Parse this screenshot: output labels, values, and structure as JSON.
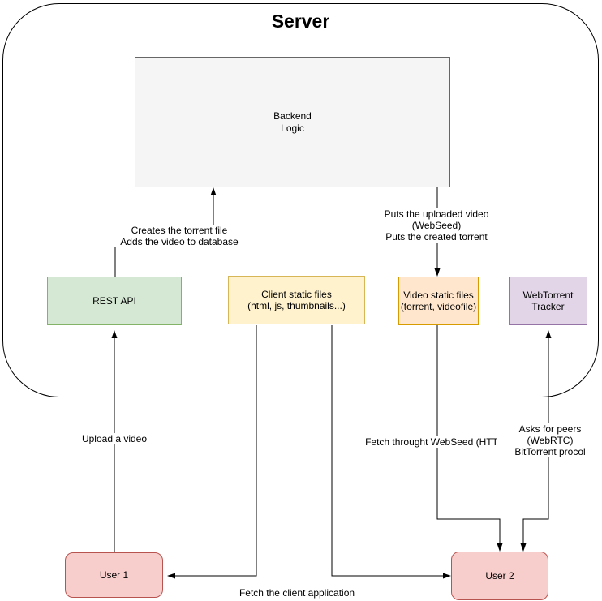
{
  "diagram": {
    "title": "Server",
    "nodes": {
      "backend": {
        "line1": "Backend",
        "line2": "Logic",
        "fill": "#f5f5f5",
        "border": "#666666"
      },
      "rest_api": {
        "label": "REST API",
        "fill": "#d5e8d4",
        "border": "#82b366"
      },
      "client_static": {
        "line1": "Client static files",
        "line2": "(html, js, thumbnails...)",
        "fill": "#fff2cc",
        "border": "#d6b656"
      },
      "video_static": {
        "line1": "Video static files",
        "line2": "(torrent, videofile)",
        "fill": "#ffe6cc",
        "border": "#d79b00"
      },
      "tracker": {
        "line1": "WebTorrent",
        "line2": "Tracker",
        "fill": "#e1d5e7",
        "border": "#9673a6"
      },
      "user1": {
        "label": "User 1",
        "fill": "#f8cecc",
        "border": "#b85450"
      },
      "user2": {
        "label": "User 2",
        "fill": "#f8cecc",
        "border": "#b85450"
      }
    },
    "edges": {
      "rest_to_backend": {
        "line1": "Creates the torrent file",
        "line2": "Adds the video to database"
      },
      "backend_to_video": {
        "line1": "Puts the uploaded video (WebSeed)",
        "line2": "Puts the created torrent"
      },
      "user1_to_rest": {
        "label": "Upload a video"
      },
      "video_to_user2": {
        "label": "Fetch throught WebSeed (HTTP)"
      },
      "user2_tracker": {
        "line1": "Asks for peers (WebRTC)",
        "line2": "BitTorrent procol"
      },
      "client_to_users": {
        "label": "Fetch the client application"
      }
    }
  }
}
